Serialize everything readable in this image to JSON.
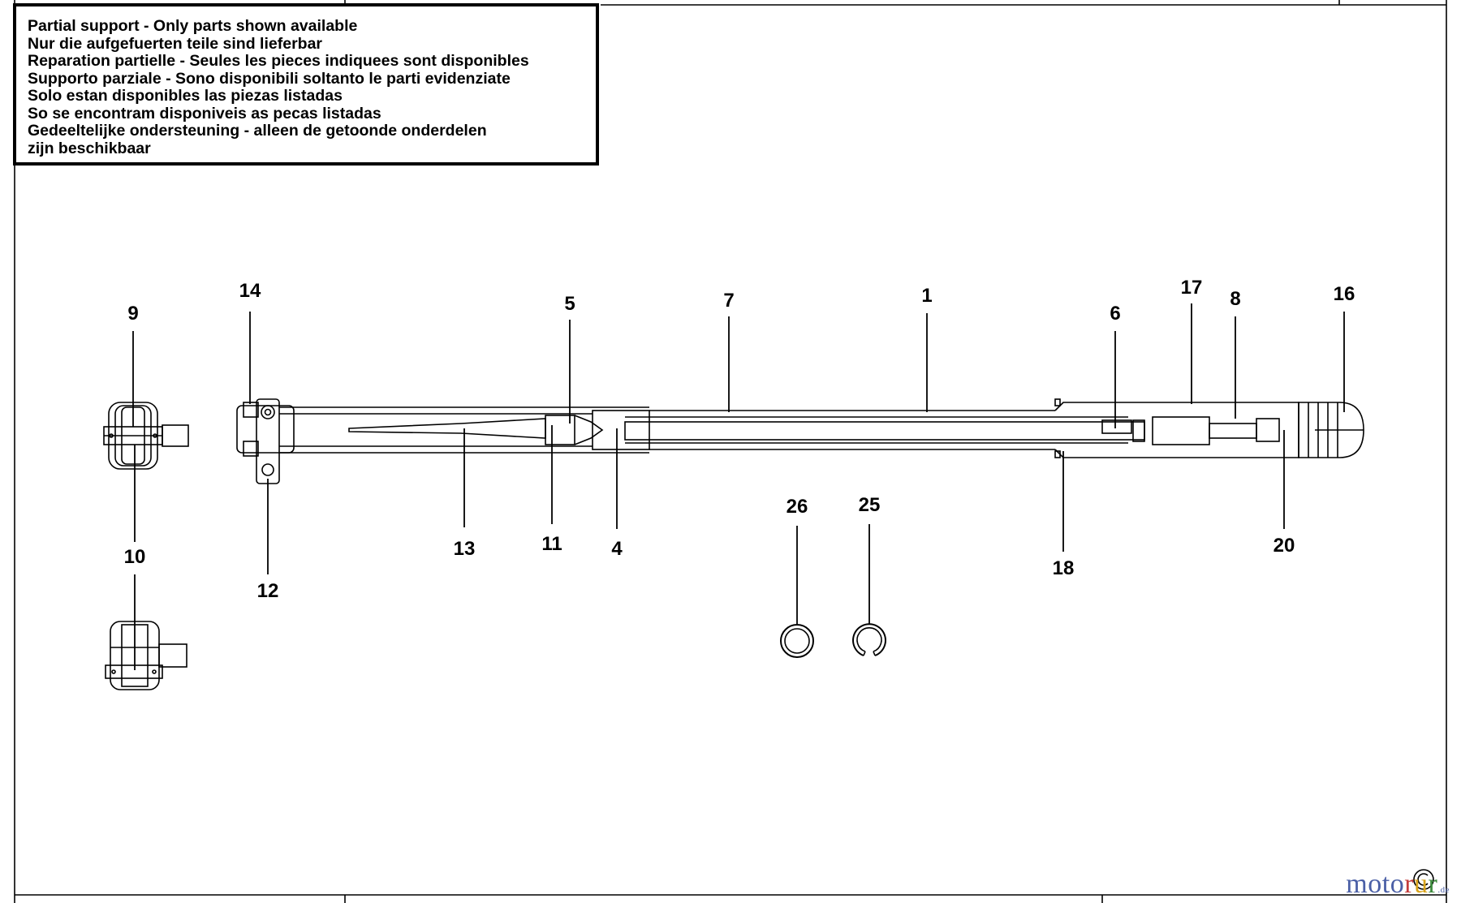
{
  "notice": {
    "lines": [
      "Partial support - Only parts shown available",
      "Nur die aufgefuerten teile sind lieferbar",
      "Reparation partielle - Seules les pieces indiquees sont disponibles",
      "Supporto parziale - Sono disponibili soltanto le parti evidenziate",
      "Solo estan disponibles las piezas listadas",
      "So se encontram disponiveis as pecas listadas",
      "Gedeeltelijke ondersteuning - alleen de getoonde onderdelen",
      "zijn beschikbaar"
    ]
  },
  "callouts": [
    {
      "label": "9"
    },
    {
      "label": "10"
    },
    {
      "label": "14"
    },
    {
      "label": "12"
    },
    {
      "label": "13"
    },
    {
      "label": "5"
    },
    {
      "label": "11"
    },
    {
      "label": "4"
    },
    {
      "label": "7"
    },
    {
      "label": "1"
    },
    {
      "label": "6"
    },
    {
      "label": "18"
    },
    {
      "label": "17"
    },
    {
      "label": "8"
    },
    {
      "label": "16"
    },
    {
      "label": "20"
    },
    {
      "label": "26"
    },
    {
      "label": "25"
    }
  ],
  "watermark": {
    "text": "motorur",
    "suffix": ".de"
  }
}
